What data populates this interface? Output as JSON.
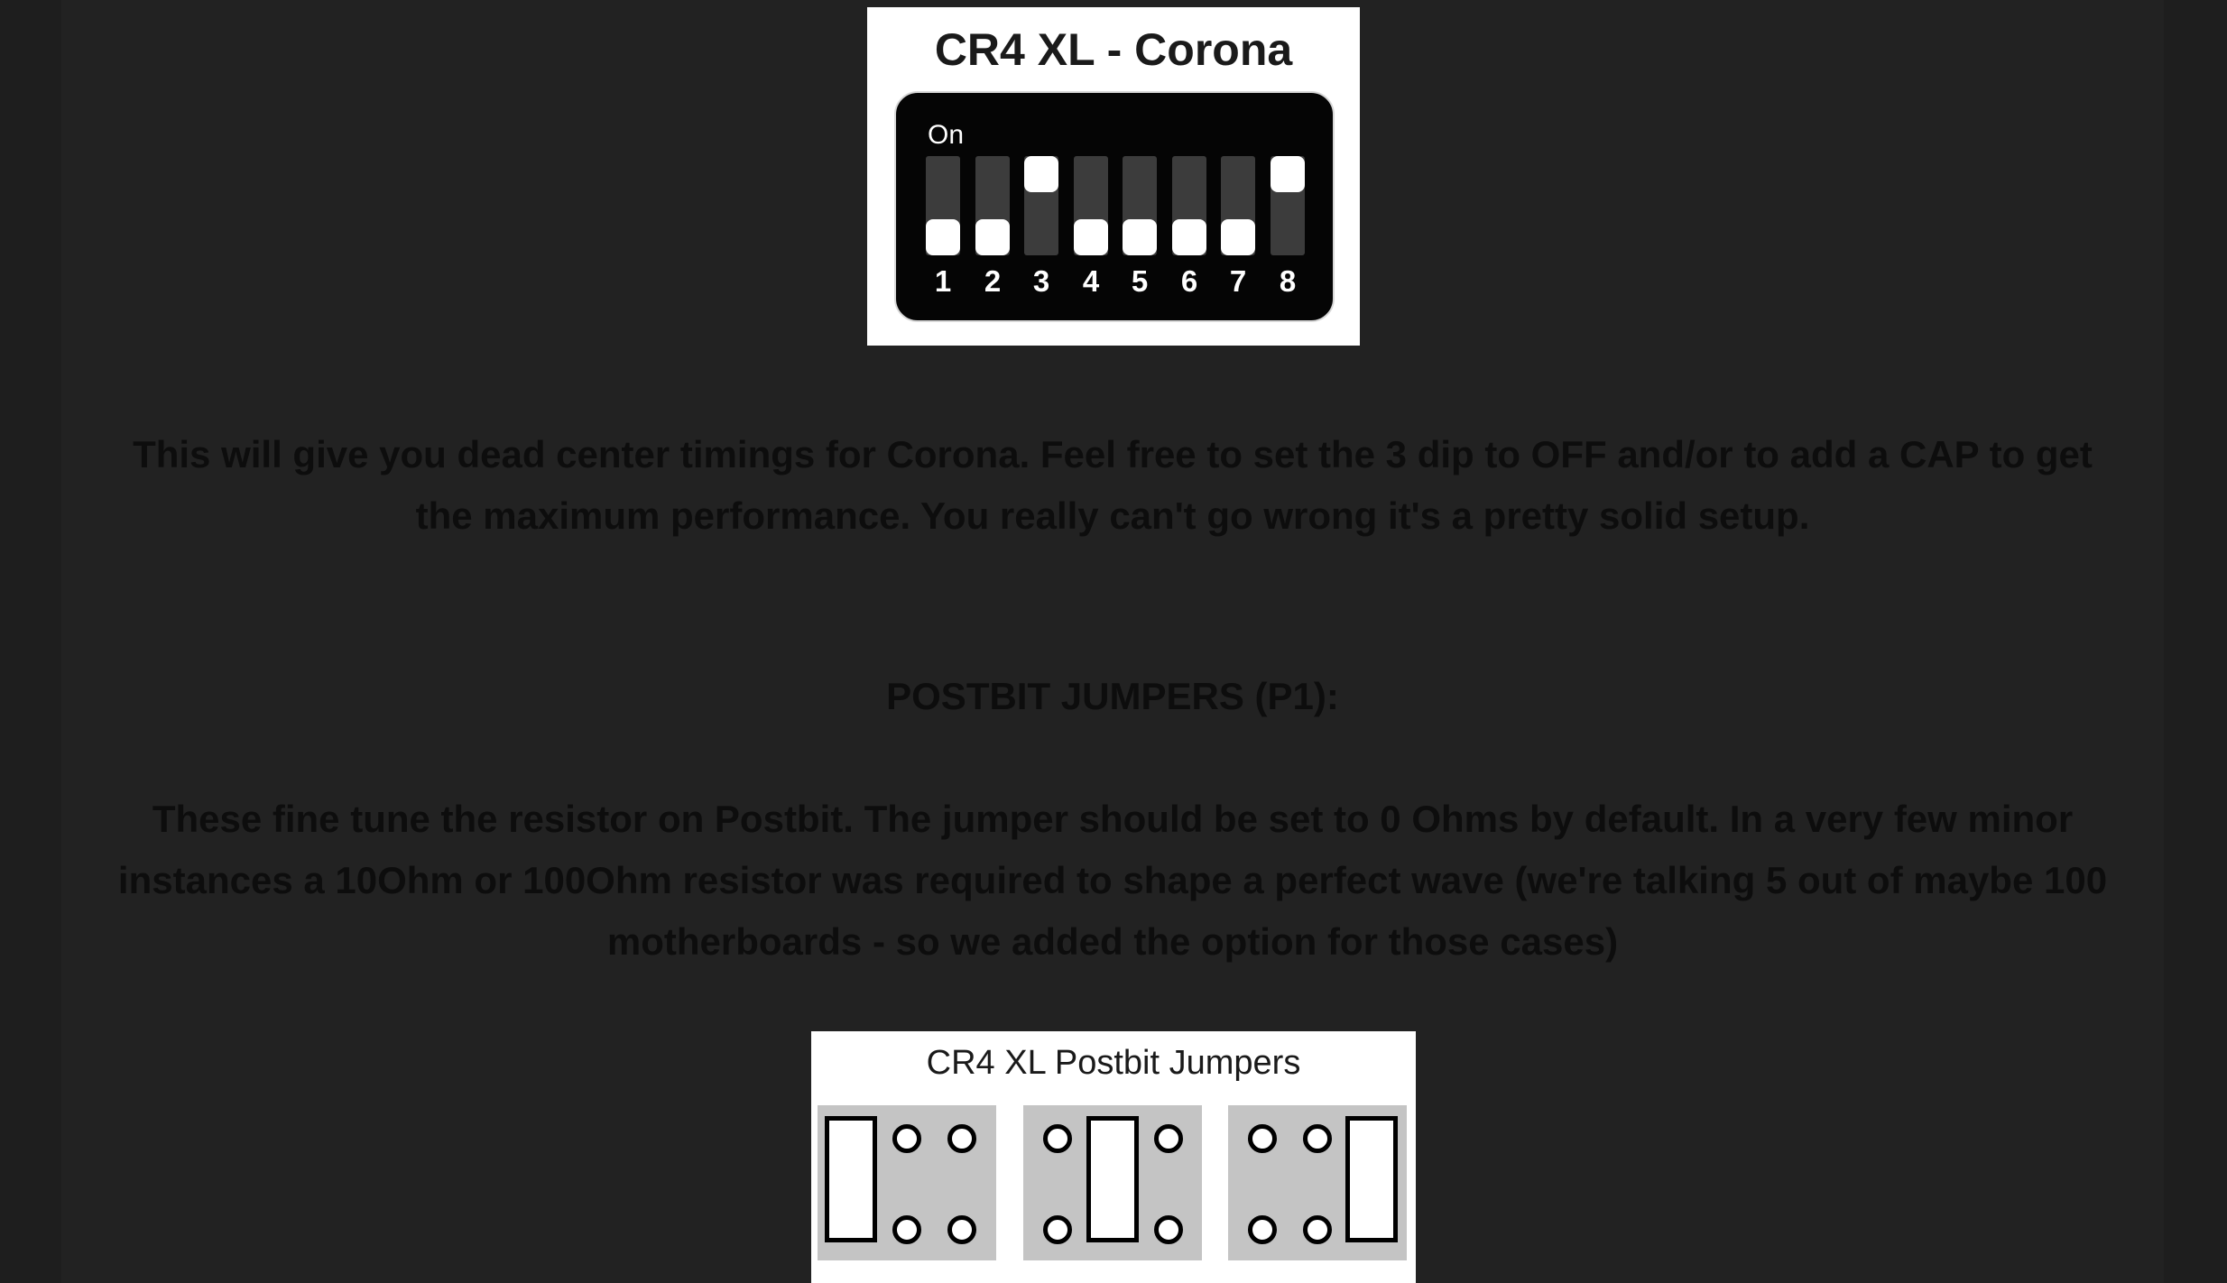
{
  "dip_figure": {
    "title": "CR4 XL - Corona",
    "on_label": "On",
    "switches": [
      {
        "num": "1",
        "state": "off"
      },
      {
        "num": "2",
        "state": "off"
      },
      {
        "num": "3",
        "state": "on"
      },
      {
        "num": "4",
        "state": "off"
      },
      {
        "num": "5",
        "state": "off"
      },
      {
        "num": "6",
        "state": "off"
      },
      {
        "num": "7",
        "state": "off"
      },
      {
        "num": "8",
        "state": "on"
      }
    ]
  },
  "paragraph1": {
    "line1": "This will give you dead center timings for Corona. Feel free to set the 3 dip to OFF and/or to add a CAP to get",
    "line2": "the maximum performance. You really can't go wrong it's a pretty solid setup."
  },
  "heading": "POSTBIT JUMPERS (P1):",
  "paragraph2": {
    "line1": "These fine tune the resistor on Postbit. The jumper should be set to 0 Ohms by default. In a very few minor",
    "line2": "instances a 10Ohm or 100Ohm resistor was required to shape a perfect wave (we're talking 5 out of maybe 100",
    "line3": "motherboards - so we added the option for those cases)"
  },
  "jumper_figure": {
    "title": "CR4 XL Postbit Jumpers",
    "jumpers": [
      {
        "cap_position": "left"
      },
      {
        "cap_position": "middle"
      },
      {
        "cap_position": "right"
      }
    ]
  }
}
